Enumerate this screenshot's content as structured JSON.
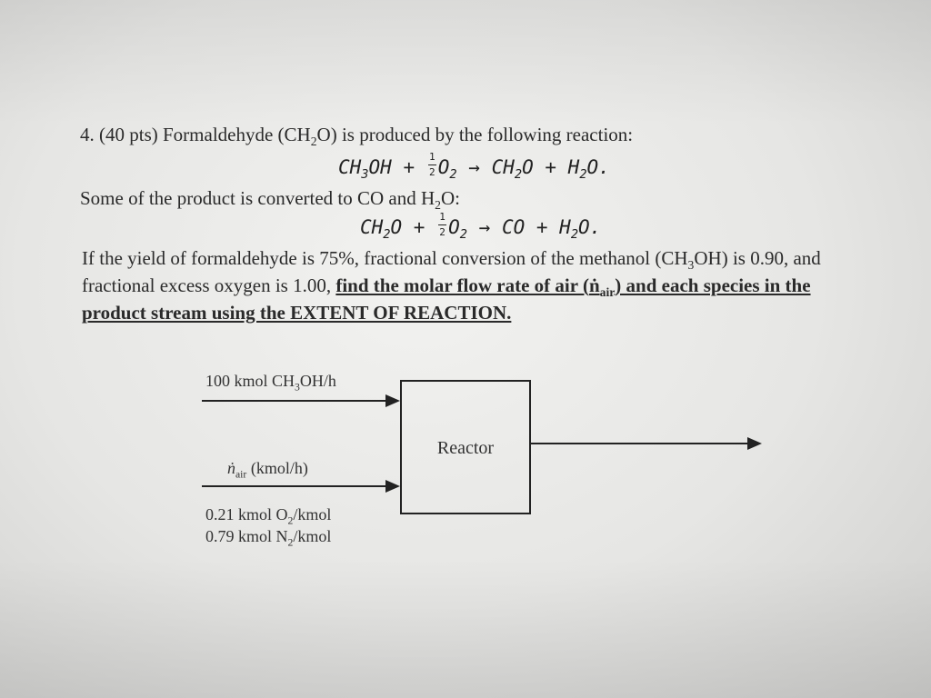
{
  "problem": {
    "header_prefix": "4. (40 pts) Formaldehyde (CH",
    "header_sub": "2",
    "header_suffix": "O) is produced by the following reaction:",
    "eq1": {
      "reactant1": "CH",
      "reactant1_sub": "3",
      "reactant1_tail": "OH +",
      "frac_num": "1",
      "frac_den": "2",
      "o2": "O",
      "o2_sub": "2",
      "arrow": "→",
      "product1": "CH",
      "product1_sub": "2",
      "product1_tail": "O + H",
      "product2_sub": "2",
      "product2_tail": "O."
    },
    "line2_prefix": "Some of the product is converted to CO and H",
    "line2_sub": "2",
    "line2_suffix": "O:",
    "eq2": {
      "reactant1": "CH",
      "reactant1_sub": "2",
      "reactant1_tail": "O +",
      "frac_num": "1",
      "frac_den": "2",
      "o2": "O",
      "o2_sub": "2",
      "arrow": "→",
      "product1": "CO + H",
      "product1_sub": "2",
      "product1_tail": "O."
    },
    "para_line1_prefix": "If the yield of formaldehyde is 75%, fractional conversion of the methanol (CH",
    "para_line1_sub": "3",
    "para_line1_suffix": "OH) is 0.90, and",
    "para_line2_plain": "fractional excess oxygen is 1.00,",
    "para_line2_bold_prefix": "find the molar flow rate of air (",
    "para_line2_ndot": "ṅ",
    "para_line2_air_sub": "air",
    "para_line2_bold_suffix": ") and each species in the",
    "para_line3_bold": "product stream using the EXTENT OF REACTION."
  },
  "diagram": {
    "feed1_prefix": "100 kmol CH",
    "feed1_sub": "3",
    "feed1_suffix": "OH/h",
    "feed2_ndot": "ṅ",
    "feed2_sub": "air",
    "feed2_suffix": "(kmol/h)",
    "comp1_prefix": "0.21 kmol O",
    "comp1_sub": "2",
    "comp1_suffix": "/kmol",
    "comp2_prefix": "0.79 kmol N",
    "comp2_sub": "2",
    "comp2_suffix": "/kmol",
    "reactor_label": "Reactor"
  },
  "colors": {
    "ink": "#222222",
    "paper": "#ebebe9"
  }
}
